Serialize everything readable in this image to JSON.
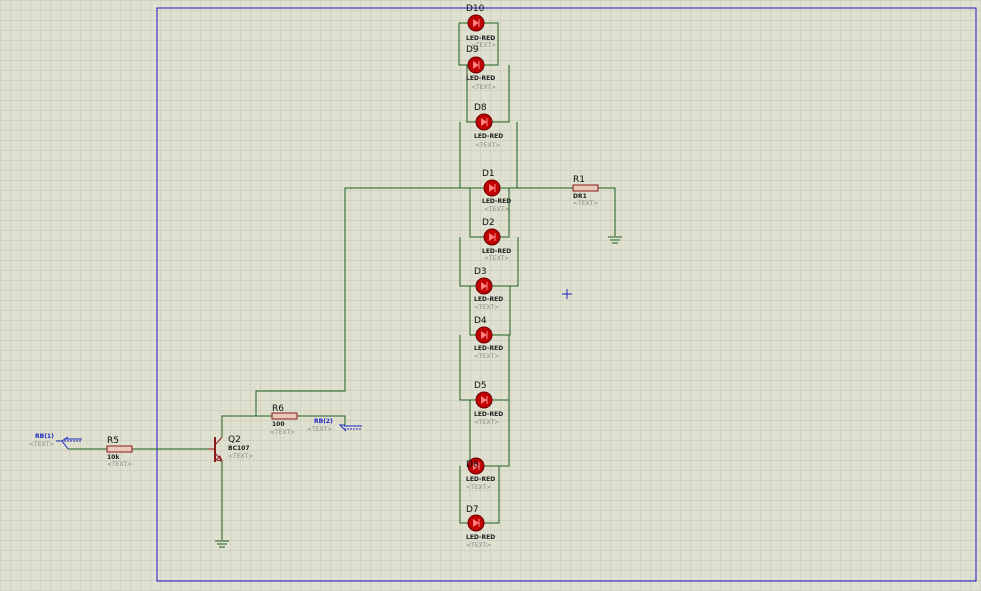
{
  "leds": [
    {
      "ref": "D10",
      "value": "LED-RED",
      "text": "<TEXT>"
    },
    {
      "ref": "D9",
      "value": "LED-RED",
      "text": "<TEXT>"
    },
    {
      "ref": "D8",
      "value": "LED-RED",
      "text": "<TEXT>"
    },
    {
      "ref": "D1",
      "value": "LED-RED",
      "text": "<TEXT>"
    },
    {
      "ref": "D2",
      "value": "LED-RED",
      "text": "<TEXT>"
    },
    {
      "ref": "D3",
      "value": "LED-RED",
      "text": "<TEXT>"
    },
    {
      "ref": "D4",
      "value": "LED-RED",
      "text": "<TEXT>"
    },
    {
      "ref": "D5",
      "value": "LED-RED",
      "text": "<TEXT>"
    },
    {
      "ref": "D6",
      "value": "LED-RED",
      "text": "<TEXT>"
    },
    {
      "ref": "D7",
      "value": "LED-RED",
      "text": "<TEXT>"
    }
  ],
  "r1": {
    "ref": "R1",
    "value": "DR1",
    "text": "<TEXT>"
  },
  "r5": {
    "ref": "R5",
    "value": "10k",
    "text": "<TEXT>"
  },
  "r6": {
    "ref": "R6",
    "value": "100",
    "text": "<TEXT>"
  },
  "q2": {
    "ref": "Q2",
    "value": "BC107",
    "text": "<TEXT>"
  },
  "term_left": {
    "label": "RB(1)",
    "text": "<TEXT>"
  },
  "term_right": {
    "label": "RB(2)",
    "text": "<TEXT>"
  },
  "colors": {
    "background": "#e0e0d0",
    "grid": "#c4c4b4",
    "sheet_border": "#1a1ac8",
    "wire": "#1f5f1f",
    "component": "#8b1a1a",
    "led_body": "#c00000",
    "terminal": "#1c28c0"
  }
}
